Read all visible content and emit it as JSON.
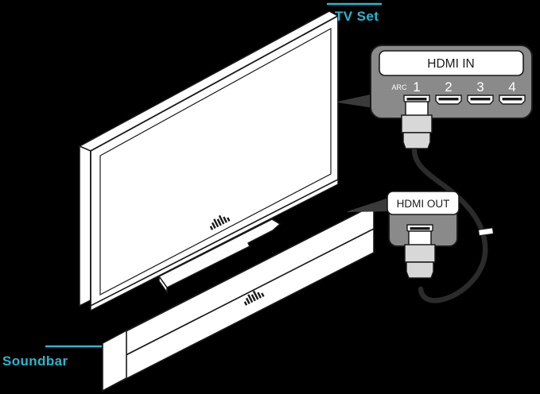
{
  "diagram": {
    "title_alt": "TV Set and Soundbar HDMI ARC connection",
    "background_color": "#000000",
    "line_color": "#1a1a1a",
    "surface_color": "#ffffff",
    "accent_color": "#29b7ce",
    "panel_gray": "#8a8a8a",
    "panel_gray_dark": "#6f6f6f",
    "connector_gray": "#d8d8d8",
    "cable_color": "#2b2b2b",
    "leader_color": "#3a3a3a"
  },
  "labels": {
    "tv": {
      "text": "TV Set",
      "color": "#29b7ce",
      "font_size": "17px"
    },
    "soundbar": {
      "text": "Soundbar",
      "color": "#29b7ce",
      "font_size": "17px"
    }
  },
  "callouts": {
    "hdmi_in": {
      "title": "HDMI IN",
      "title_color": "#1a1a1a",
      "panel_color": "#8a8a8a",
      "ports": [
        {
          "label": "ARC",
          "number": "1",
          "connected": true
        },
        {
          "label": "",
          "number": "2",
          "connected": false
        },
        {
          "label": "",
          "number": "3",
          "connected": false
        },
        {
          "label": "",
          "number": "4",
          "connected": false
        }
      ]
    },
    "hdmi_out": {
      "title": "HDMI OUT",
      "title_color": "#1a1a1a",
      "panel_color": "#8a8a8a",
      "ports": [
        {
          "label": "",
          "number": "",
          "connected": true
        }
      ]
    }
  },
  "devices": {
    "tv": {
      "name": "TV Set",
      "logo_mark": "brand-wave-mark"
    },
    "soundbar": {
      "name": "Soundbar",
      "logo_mark": "brand-wave-mark"
    }
  },
  "cable": {
    "name": "HDMI cable",
    "color": "#2b2b2b",
    "tie_color": "#ffffff",
    "from": "HDMI OUT",
    "to": "HDMI IN ARC 1"
  }
}
